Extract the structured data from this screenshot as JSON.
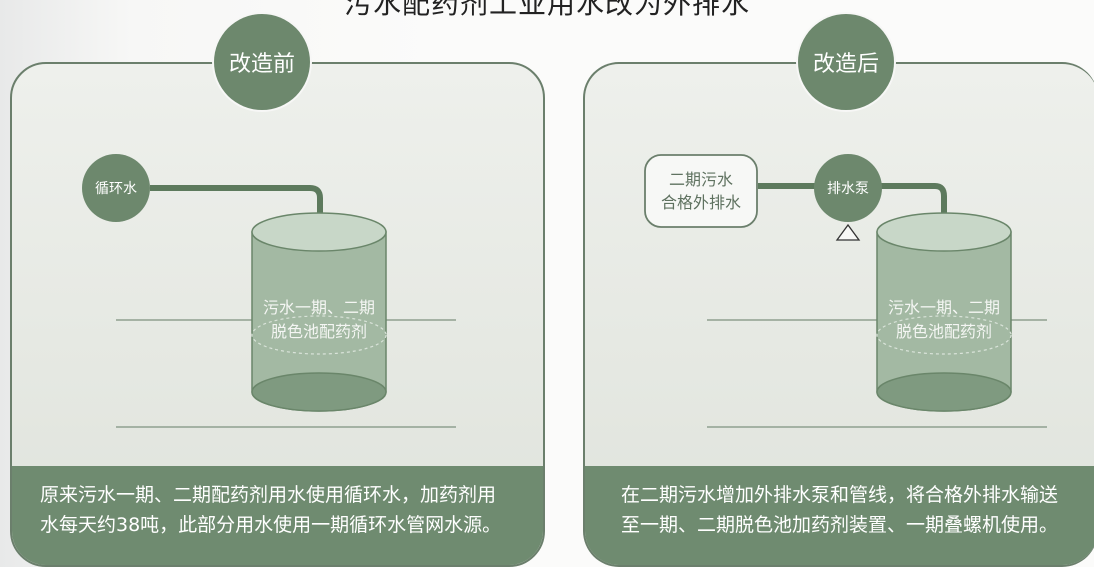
{
  "title": "污水配药剂工业用水改为外排水",
  "before": {
    "badge": "改造前",
    "source_label": "循环水",
    "tank_label_line1": "污水一期、二期",
    "tank_label_line2": "脱色池配药剂",
    "caption_line1": "原来污水一期、二期配药剂用水使用循环水，加药剂用",
    "caption_line2": "水每天约38吨，此部分用水使用一期循环水管网水源。"
  },
  "after": {
    "badge": "改造后",
    "source_label_line1": "二期污水",
    "source_label_line2": "合格外排水",
    "pump_label": "排水泵",
    "tank_label_line1": "污水一期、二期",
    "tank_label_line2": "脱色池配药剂",
    "caption_line1": "在二期污水增加外排水泵和管线，将合格外排水输送",
    "caption_line2": "至一期、二期脱色池加药剂装置、一期叠螺机使用。"
  },
  "colors": {
    "primary_green": "#6d886d",
    "tank_fill": "#9db59d",
    "panel_border": "#6b7f6c",
    "caption_bg": "#6f8b70"
  }
}
